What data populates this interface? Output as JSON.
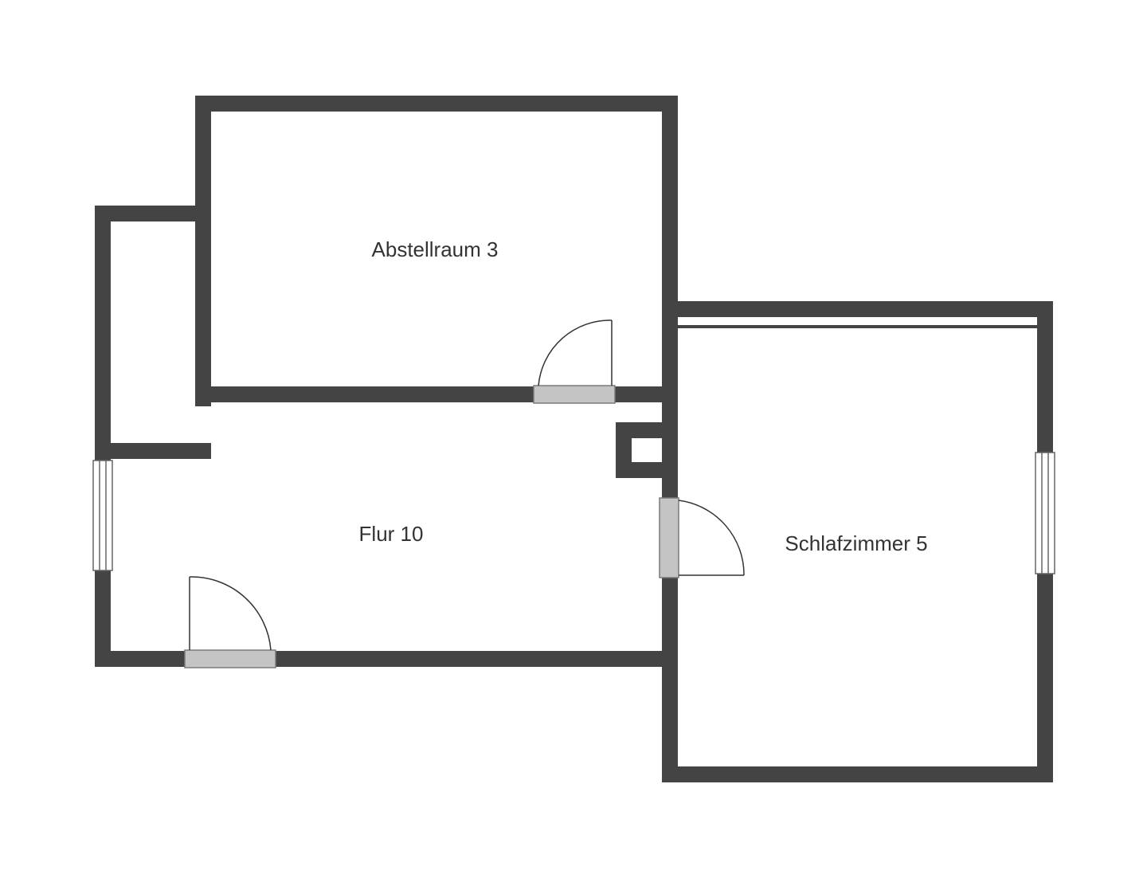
{
  "floorplan": {
    "rooms": [
      {
        "id": "abstellraum",
        "label": "Abstellraum 3"
      },
      {
        "id": "flur",
        "label": "Flur 10"
      },
      {
        "id": "schlafzimmer",
        "label": "Schlafzimmer 5"
      }
    ],
    "colors": {
      "wall": "#444444",
      "door_frame": "#c4c4c4",
      "background": "#ffffff"
    }
  }
}
